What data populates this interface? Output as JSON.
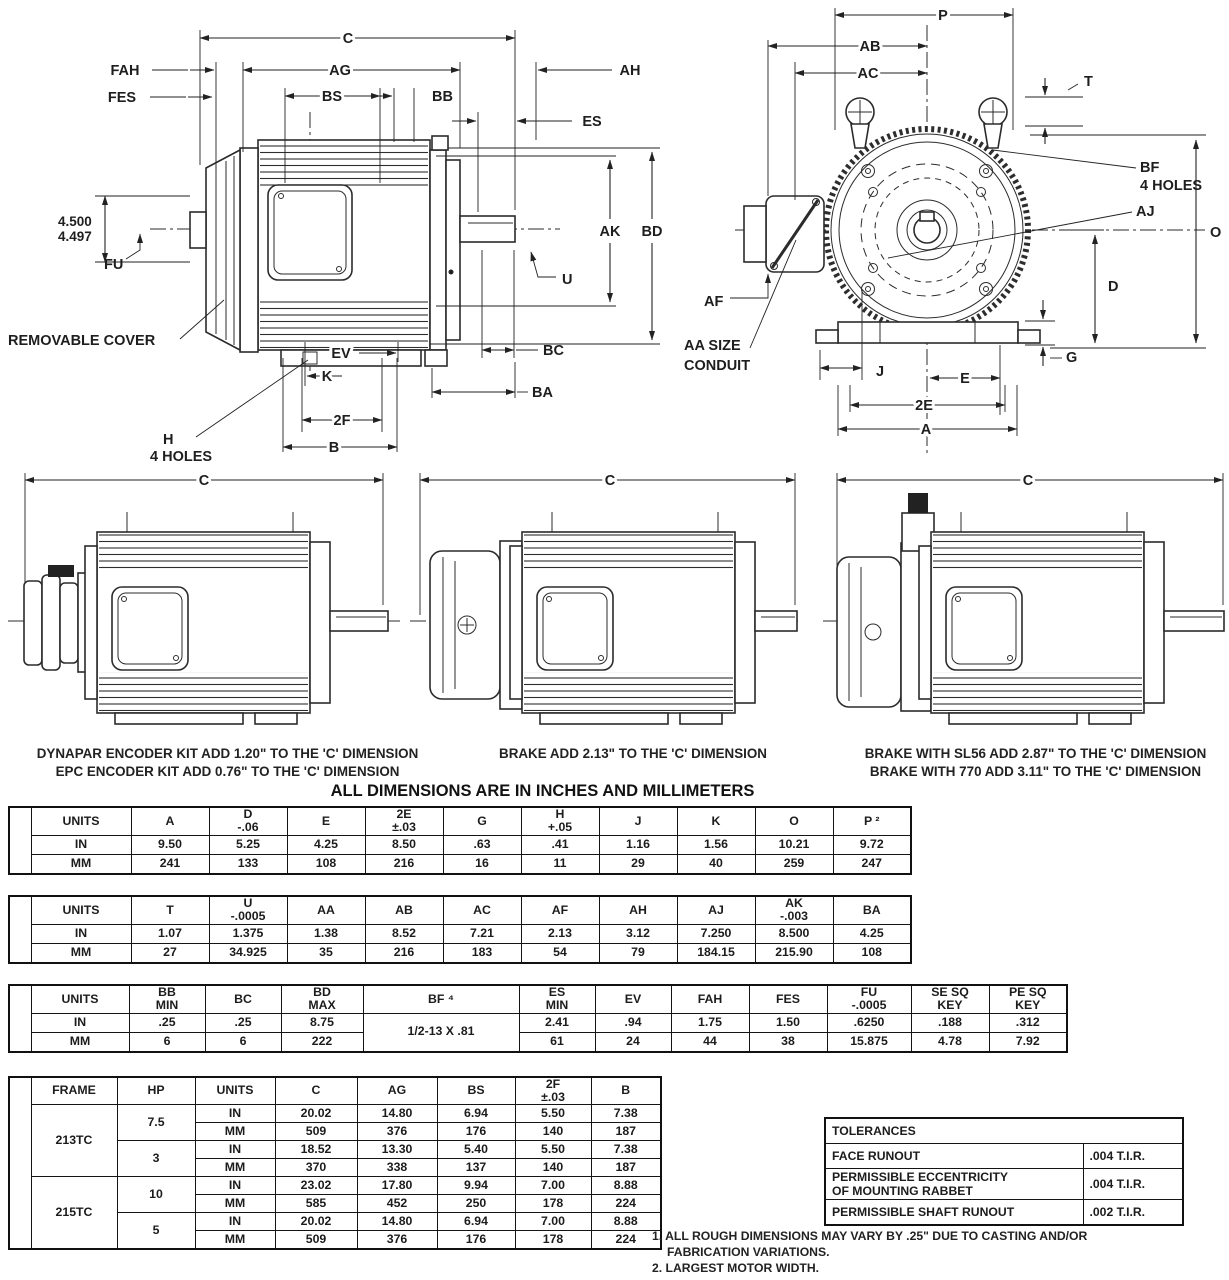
{
  "section_title": "ALL DIMENSIONS ARE IN INCHES AND MILLIMETERS",
  "side_view": {
    "labels": {
      "c": "C",
      "fah": "FAH",
      "ag": "AG",
      "ah": "AH",
      "fes": "FES",
      "bs": "BS",
      "bb": "BB",
      "es": "ES",
      "dia_top": "4.500",
      "dia_bot": "4.497",
      "fu": "FU",
      "ak": "AK",
      "bd": "BD",
      "u": "U",
      "removable_cover": "REMOVABLE COVER",
      "ev": "EV",
      "k": "K",
      "bc": "BC",
      "ba": "BA",
      "two_f": "2F",
      "b": "B",
      "h": "H",
      "h_holes": "4 HOLES"
    }
  },
  "front_view": {
    "labels": {
      "p": "P",
      "ab": "AB",
      "ac": "AC",
      "t": "T",
      "bf": "BF",
      "bf_holes": "4 HOLES",
      "aj": "AJ",
      "o": "O",
      "d": "D",
      "g": "G",
      "af": "AF",
      "aa_line1": "AA SIZE",
      "aa_line2": "CONDUIT",
      "j": "J",
      "e": "E",
      "two_e": "2E",
      "a": "A"
    }
  },
  "variant_views": {
    "v1": {
      "c": "C",
      "caption1": "DYNAPAR ENCODER KIT ADD 1.20\" TO THE 'C' DIMENSION",
      "caption2": "EPC ENCODER KIT ADD 0.76\" TO THE 'C' DIMENSION"
    },
    "v2": {
      "c": "C",
      "caption1": "BRAKE ADD 2.13\" TO THE 'C' DIMENSION"
    },
    "v3": {
      "c": "C",
      "caption1": "BRAKE WITH SL56 ADD 2.87\" TO THE 'C' DIMENSION",
      "caption2": "BRAKE WITH 770 ADD 3.11\" TO THE 'C' DIMENSION"
    }
  },
  "tables": {
    "dims1": {
      "rows": [
        [
          {
            "t": "",
            "rs": 3,
            "cls": "thin"
          },
          "UNITS",
          "A",
          "D\n-.06",
          "E",
          "2E\n±.03",
          "G",
          "H\n+.05",
          "J",
          "K",
          "O",
          "P ²"
        ],
        [
          "IN",
          "9.50",
          "5.25",
          "4.25",
          "8.50",
          ".63",
          ".41",
          "1.16",
          "1.56",
          "10.21",
          "9.72"
        ],
        [
          "MM",
          "241",
          "133",
          "108",
          "216",
          "16",
          "11",
          "29",
          "40",
          "259",
          "247"
        ]
      ]
    },
    "dims2": {
      "rows": [
        [
          {
            "t": "",
            "rs": 3,
            "cls": "thin"
          },
          "UNITS",
          "T",
          "U\n-.0005",
          "AA",
          "AB",
          "AC",
          "AF",
          "AH",
          "AJ",
          "AK\n-.003",
          "BA"
        ],
        [
          "IN",
          "1.07",
          "1.375",
          "1.38",
          "8.52",
          "7.21",
          "2.13",
          "3.12",
          "7.250",
          "8.500",
          "4.25"
        ],
        [
          "MM",
          "27",
          "34.925",
          "35",
          "216",
          "183",
          "54",
          "79",
          "184.15",
          "215.90",
          "108"
        ]
      ]
    },
    "dims3": {
      "rows": [
        [
          {
            "t": "",
            "rs": 3,
            "cls": "thin"
          },
          "UNITS",
          "BB\nMIN",
          "BC",
          "BD\nMAX",
          "BF ⁴",
          "ES\nMIN",
          "EV",
          "FAH",
          "FES",
          "FU\n-.0005",
          "SE SQ\nKEY",
          "PE SQ\nKEY"
        ],
        [
          "IN",
          ".25",
          ".25",
          "8.75",
          {
            "t": "1/2-13 X .81",
            "rs": 2
          },
          "2.41",
          ".94",
          "1.75",
          "1.50",
          ".6250",
          ".188",
          ".312"
        ],
        [
          "MM",
          "6",
          "6",
          "222",
          "61",
          "24",
          "44",
          "38",
          "15.875",
          "4.78",
          "7.92"
        ]
      ]
    },
    "frames": {
      "rows": [
        [
          {
            "t": "",
            "rs": 9,
            "cls": "thin"
          },
          "FRAME",
          "HP",
          "UNITS",
          "C",
          "AG",
          "BS",
          "2F\n±.03",
          "B"
        ],
        [
          {
            "t": "213TC",
            "rs": 4
          },
          {
            "t": "7.5",
            "rs": 2
          },
          "IN",
          "20.02",
          "14.80",
          "6.94",
          "5.50",
          "7.38"
        ],
        [
          "MM",
          "509",
          "376",
          "176",
          "140",
          "187"
        ],
        [
          {
            "t": "3",
            "rs": 2
          },
          "IN",
          "18.52",
          "13.30",
          "5.40",
          "5.50",
          "7.38"
        ],
        [
          "MM",
          "370",
          "338",
          "137",
          "140",
          "187"
        ],
        [
          {
            "t": "215TC",
            "rs": 4
          },
          {
            "t": "10",
            "rs": 2
          },
          "IN",
          "23.02",
          "17.80",
          "9.94",
          "7.00",
          "8.88"
        ],
        [
          "MM",
          "585",
          "452",
          "250",
          "178",
          "224"
        ],
        [
          {
            "t": "5",
            "rs": 2
          },
          "IN",
          "20.02",
          "14.80",
          "6.94",
          "7.00",
          "8.88"
        ],
        [
          "MM",
          "509",
          "376",
          "176",
          "178",
          "224"
        ]
      ]
    },
    "tolerances": {
      "rows": [
        [
          {
            "t": "TOLERANCES",
            "cs": 2
          }
        ],
        [
          "FACE RUNOUT",
          {
            "t": ".004 T.I.R.",
            "cls": "tol-val"
          }
        ],
        [
          "PERMISSIBLE ECCENTRICITY\nOF MOUNTING RABBET",
          {
            "t": ".004 T.I.R.",
            "cls": "tol-val"
          }
        ],
        [
          "PERMISSIBLE SHAFT RUNOUT",
          {
            "t": ".002 T.I.R.",
            "cls": "tol-val"
          }
        ]
      ]
    }
  },
  "notes": {
    "n1a": "1. ALL ROUGH DIMENSIONS MAY VARY BY .25\" DUE TO CASTING AND/OR",
    "n1b": "FABRICATION VARIATIONS.",
    "n2": "2. LARGEST MOTOR WIDTH."
  }
}
